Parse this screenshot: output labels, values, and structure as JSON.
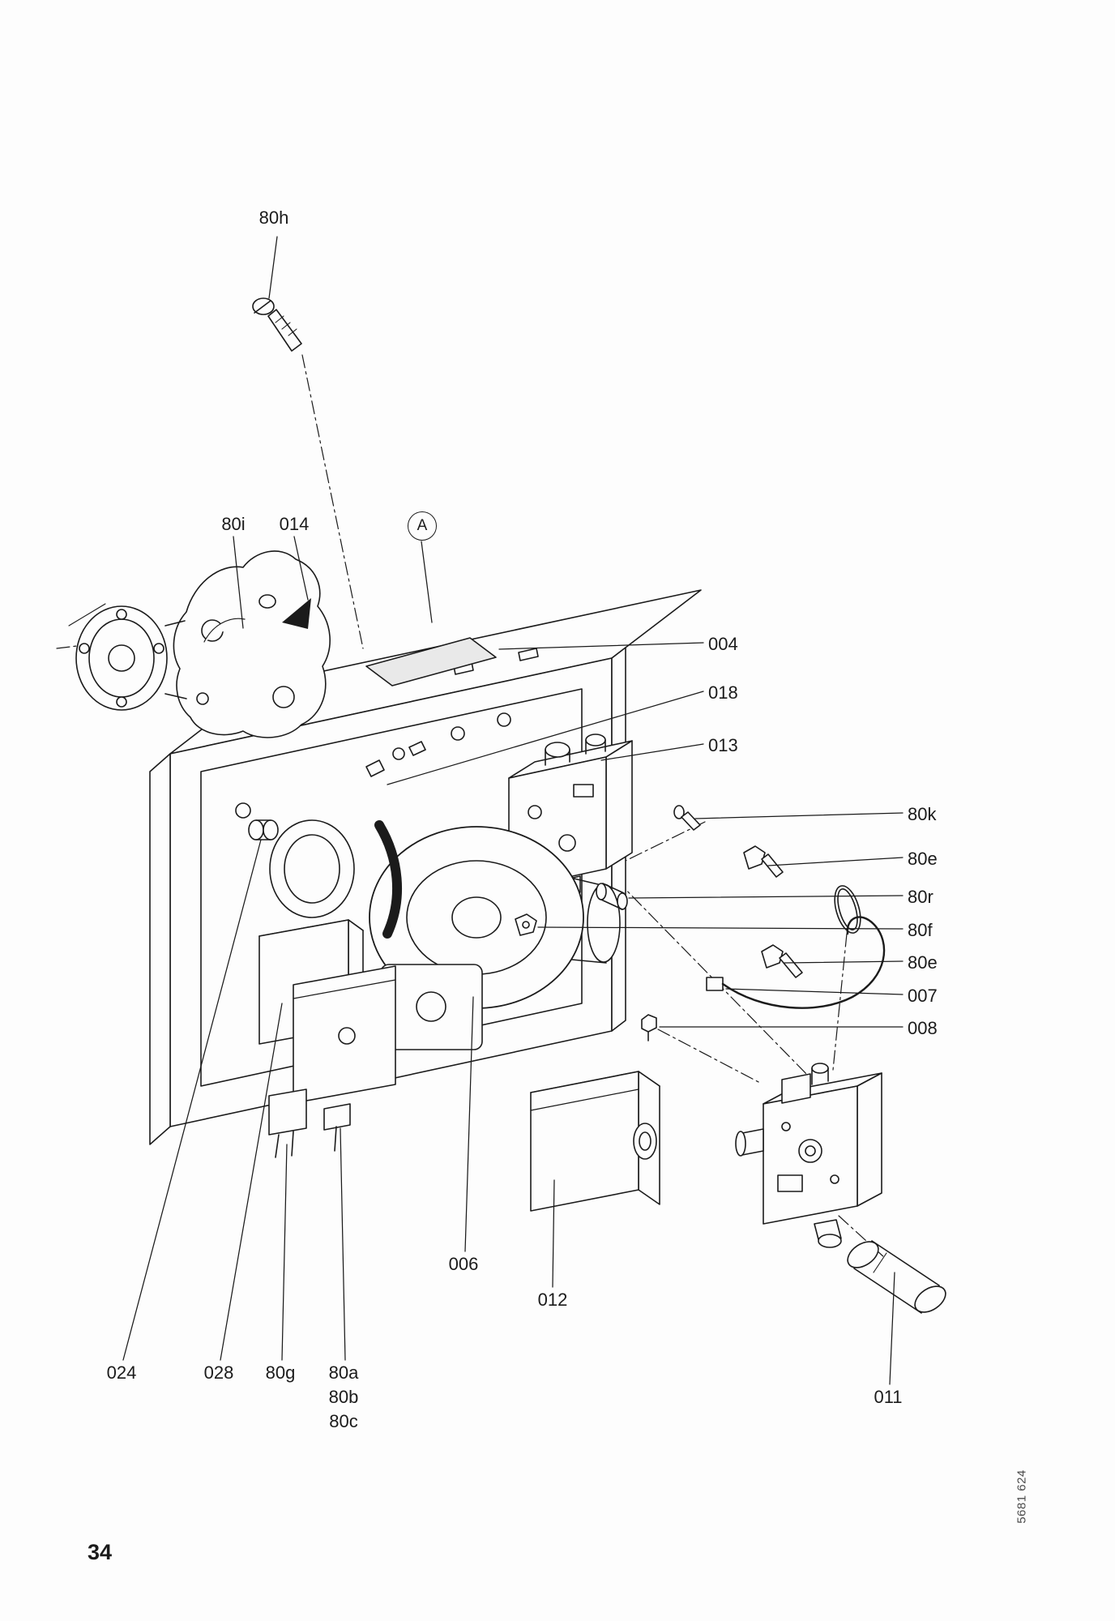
{
  "page": {
    "number": "34",
    "doc_code": "5681 624"
  },
  "callouts": {
    "h80h": "80h",
    "h80i": "80i",
    "n014": "014",
    "detailA": "A",
    "n004": "004",
    "n018": "018",
    "n013": "013",
    "h80k": "80k",
    "h80e_1": "80e",
    "h80r": "80r",
    "h80f": "80f",
    "h80e_2": "80e",
    "n007": "007",
    "n008": "008",
    "n006": "006",
    "n012": "012",
    "n011": "011",
    "n024": "024",
    "n028": "028",
    "h80g": "80g",
    "h80a": "80a",
    "h80b": "80b",
    "h80c": "80c"
  }
}
